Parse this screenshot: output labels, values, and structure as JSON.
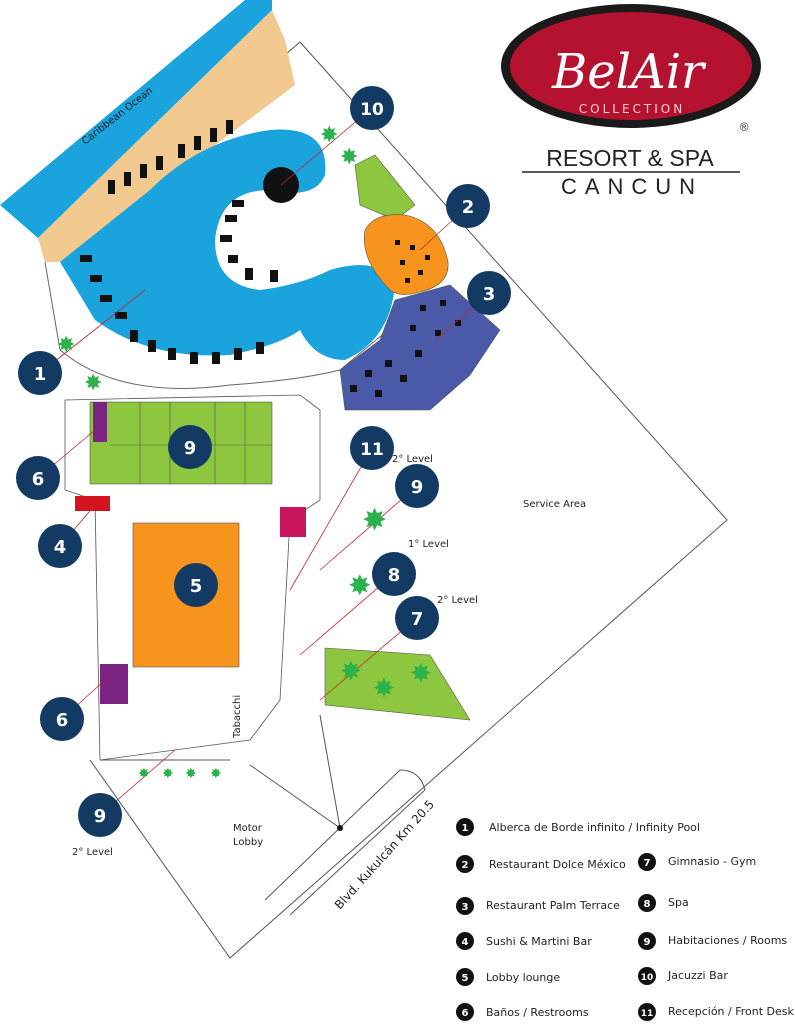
{
  "logo": {
    "brand": "BelAir",
    "collection": "COLLECTION",
    "registered": "®",
    "tagline": "RESORT & SPA",
    "city": "CANCUN"
  },
  "map_labels": {
    "ocean": "Caribbean Ocean",
    "service_area": "Service Area",
    "level_1": "1° Level",
    "level_2_a": "2° Level",
    "level_2_b": "2° Level",
    "level_2_c": "2° Level",
    "tabacchi": "Tabacchi",
    "motor_lobby_1": "Motor",
    "motor_lobby_2": "Lobby",
    "boulevard": "Blvd. Kukulcán Km 20.5"
  },
  "markers": [
    "10",
    "2",
    "3",
    "1",
    "9",
    "6",
    "11",
    "9",
    "4",
    "5",
    "8",
    "7",
    "6",
    "9"
  ],
  "legend": [
    {
      "num": "1",
      "label": "Alberca de Borde infinito / Infinity Pool"
    },
    {
      "num": "2",
      "label": "Restaurant Dolce México"
    },
    {
      "num": "3",
      "label": "Restaurant Palm Terrace"
    },
    {
      "num": "4",
      "label": "Sushi & Martini Bar"
    },
    {
      "num": "5",
      "label": "Lobby lounge"
    },
    {
      "num": "6",
      "label": "Baños / Restrooms"
    },
    {
      "num": "7",
      "label": "Gimnasio - Gym"
    },
    {
      "num": "8",
      "label": "Spa"
    },
    {
      "num": "9",
      "label": "Habitaciones / Rooms"
    },
    {
      "num": "10",
      "label": "Jacuzzi Bar"
    },
    {
      "num": "11",
      "label": "Recepción / Front Desk"
    }
  ],
  "colors": {
    "ocean": "#1aa3dc",
    "beach": "#f2c98f",
    "pool": "#1aa3dc",
    "rooms": "#8dc63f",
    "lobby": "#f7941d",
    "terrace": "#4a5aa8",
    "marker": "#133a63",
    "logo": "#b5122f"
  }
}
